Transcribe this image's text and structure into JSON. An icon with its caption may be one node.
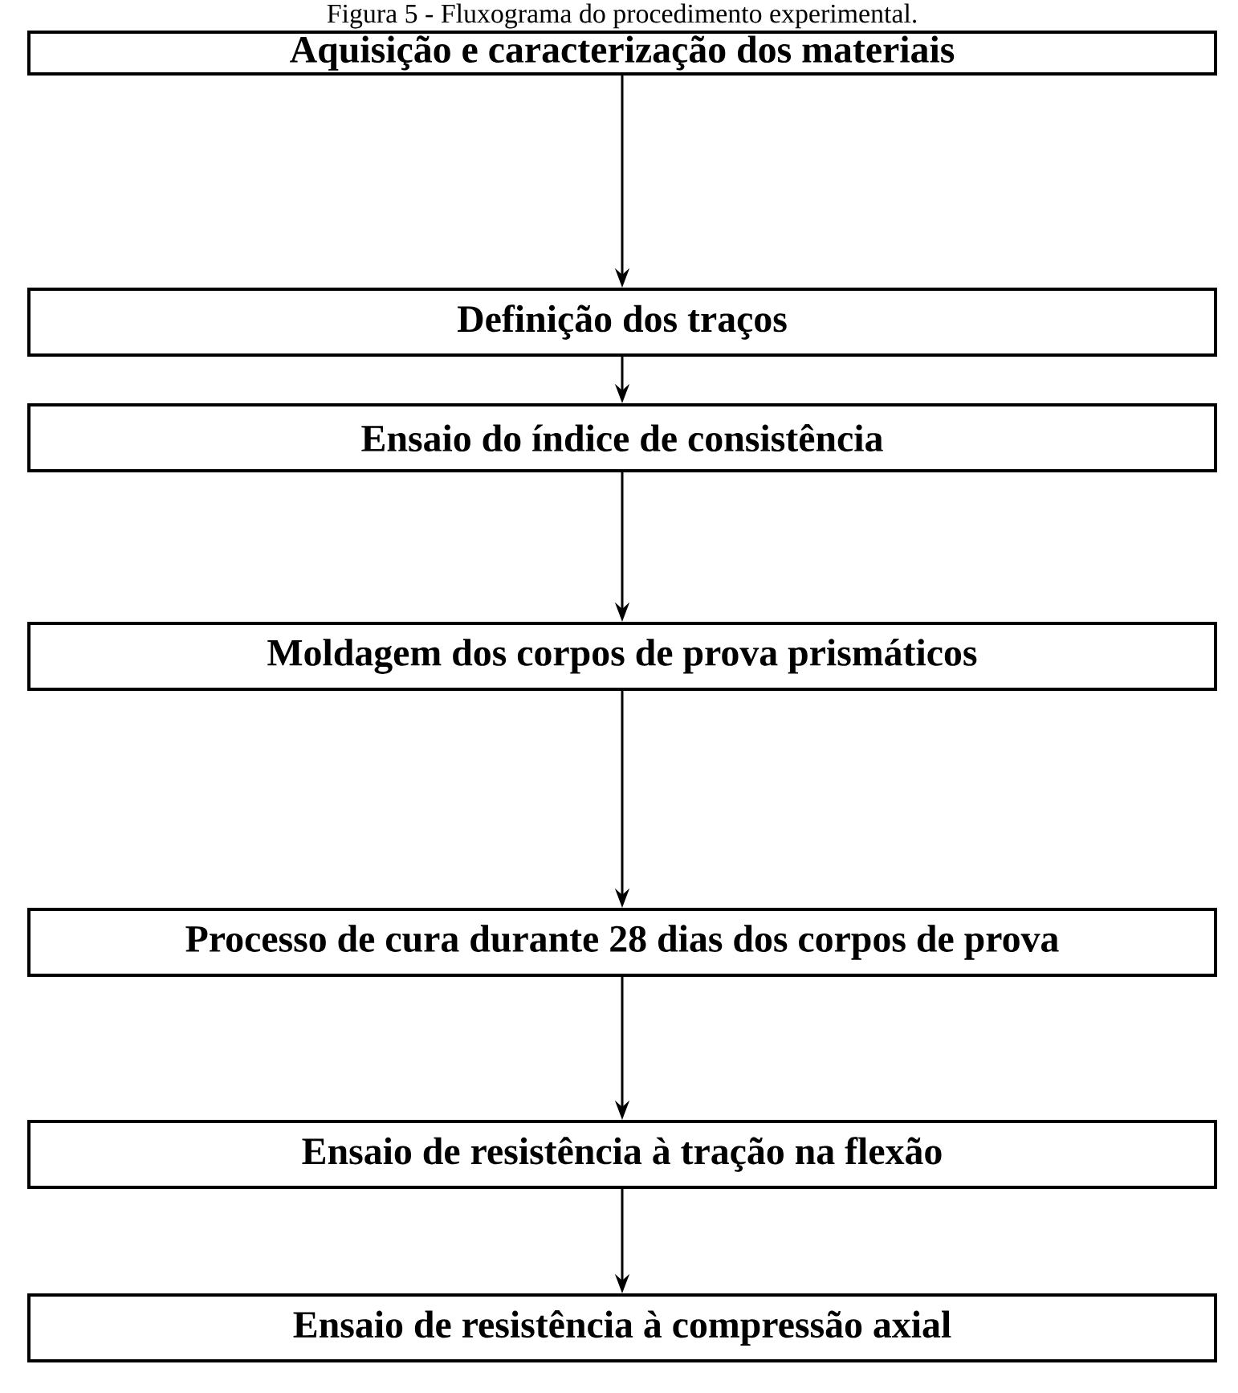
{
  "diagram": {
    "title": "Figura 5 - Fluxograma do procedimento experimental.",
    "nodes": [
      {
        "text": [
          "Aquisição e caracterização dos materiais"
        ]
      },
      {
        "text": [
          "Definição dos traços"
        ]
      },
      {
        "text": [
          "Ensaio do índice de consistência"
        ]
      },
      {
        "text": [
          "Moldagem dos corpos de prova prismáticos"
        ]
      },
      {
        "text": [
          "Processo de cura durante 28 dias dos corpos de prova"
        ]
      },
      {
        "text": [
          "Ensaio de resistência à tração na flexão"
        ]
      },
      {
        "text": [
          "Ensaio de resistência à compressão axial"
        ]
      }
    ],
    "edges": [
      {
        "from": 0,
        "to": 1,
        "arrow": "to"
      },
      {
        "from": 1,
        "to": 2,
        "arrow": "to"
      },
      {
        "from": 2,
        "to": 3,
        "arrow": "to"
      },
      {
        "from": 3,
        "to": 4,
        "arrow": "to"
      },
      {
        "from": 4,
        "to": 5,
        "arrow": "to"
      },
      {
        "from": 5,
        "to": 6,
        "arrow": "to"
      }
    ]
  }
}
